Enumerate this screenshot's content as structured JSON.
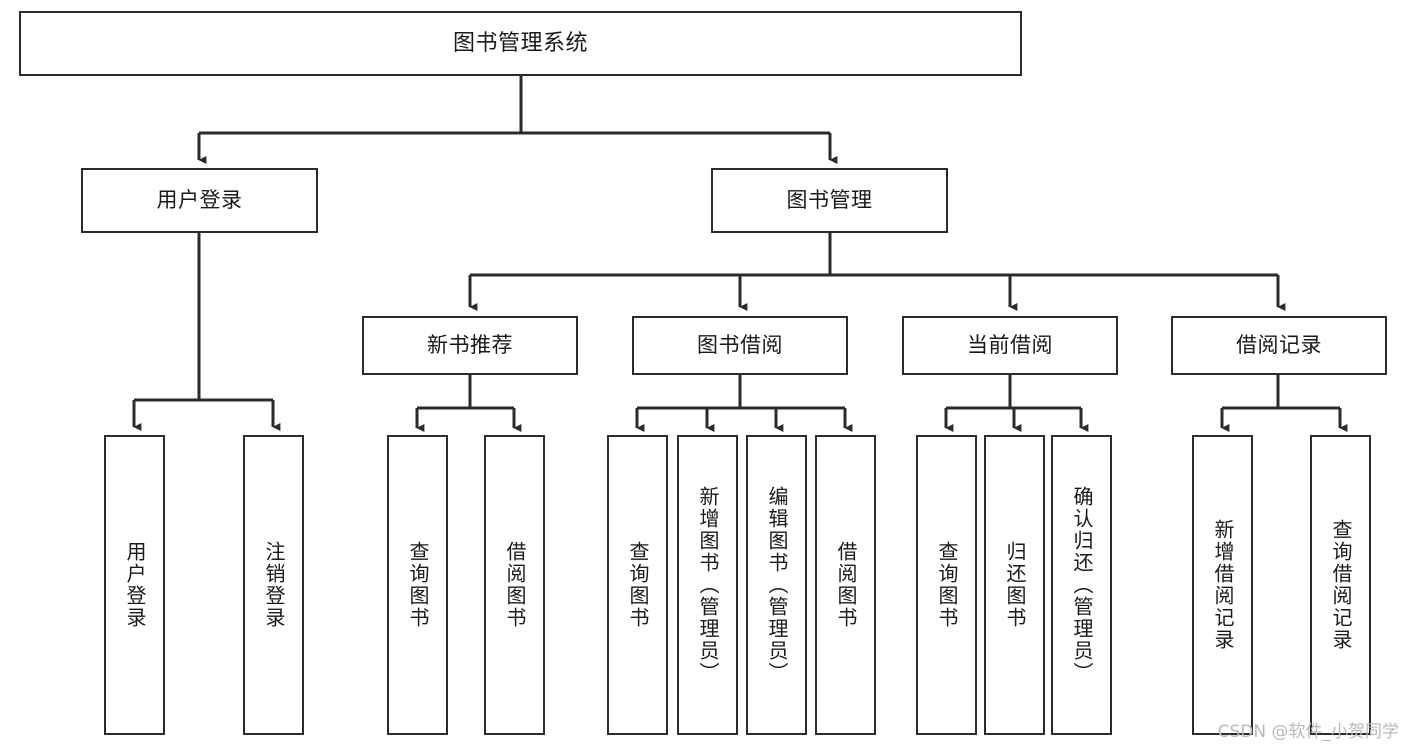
{
  "diagram": {
    "title": "图书管理系统",
    "watermark": "CSDN @软件_小贺同学",
    "colors": {
      "box_border": "#2b2b2b",
      "box_fill": "#ffffff",
      "edge": "#2b2b2b",
      "text": "#1a1a1a",
      "watermark": "#b9b9b9"
    },
    "root": {
      "label": "图书管理系统"
    },
    "level2": [
      {
        "label": "用户登录"
      },
      {
        "label": "图书管理"
      }
    ],
    "level3": [
      {
        "label": "新书推荐"
      },
      {
        "label": "图书借阅"
      },
      {
        "label": "当前借阅"
      },
      {
        "label": "借阅记录"
      }
    ],
    "leaves": {
      "user_login": [
        {
          "label": "用户登录"
        },
        {
          "label": "注销登录"
        }
      ],
      "new_book": [
        {
          "label": "查询图书"
        },
        {
          "label": "借阅图书"
        }
      ],
      "book_borrow": [
        {
          "label": "查询图书"
        },
        {
          "label": "新增图书（管理员）"
        },
        {
          "label": "编辑图书（管理员）"
        },
        {
          "label": "借阅图书"
        }
      ],
      "current_borrow": [
        {
          "label": "查询图书"
        },
        {
          "label": "归还图书"
        },
        {
          "label": "确认归还（管理员）"
        }
      ],
      "borrow_record": [
        {
          "label": "新增借阅记录"
        },
        {
          "label": "查询借阅记录"
        }
      ]
    }
  }
}
